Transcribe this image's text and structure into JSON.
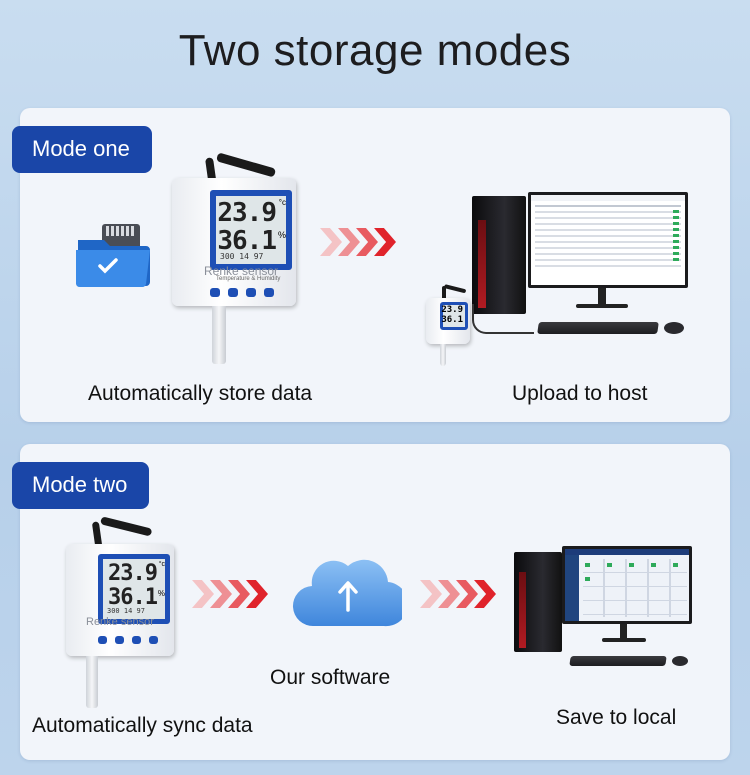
{
  "title": "Two storage modes",
  "mode_one": {
    "badge": "Mode one",
    "caption_left": "Automatically store data",
    "caption_right": "Upload to host"
  },
  "mode_two": {
    "badge": "Mode two",
    "caption_left": "Automatically sync data",
    "caption_middle": "Our software",
    "caption_right": "Save to local"
  },
  "device": {
    "temperature": "23.9",
    "temp_unit": "°c",
    "humidity": "36.1",
    "hum_unit": "%",
    "lcd_low": "300 14 97",
    "label": "Temperature & Humidity",
    "brand": "Renke sensor"
  },
  "colors": {
    "badge": "#1a46a8",
    "arrow": "#e0232b",
    "lcd_frame": "#1e4fb5",
    "cloud": "#5d9fe6"
  },
  "icons": [
    "sd-card-folder-icon",
    "check-icon",
    "cloud-upload-icon",
    "arrow-up-icon"
  ]
}
